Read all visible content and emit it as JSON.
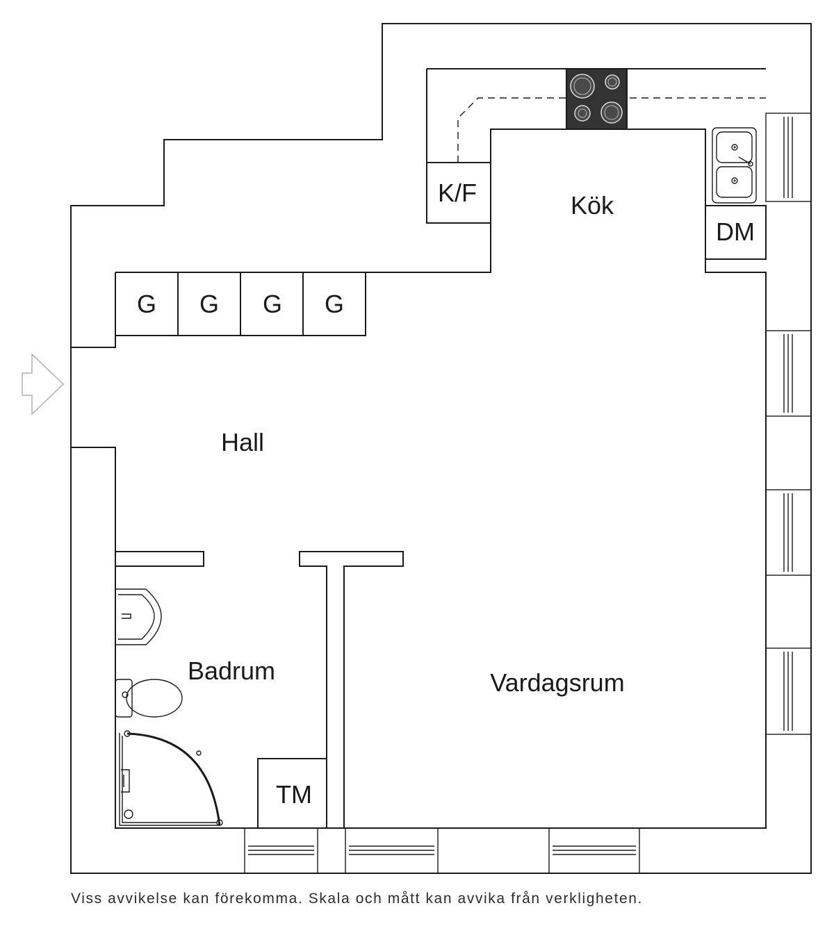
{
  "rooms": {
    "kok": "Kök",
    "hall": "Hall",
    "badrum": "Badrum",
    "vardagsrum": "Vardagsrum"
  },
  "fixtures": {
    "kyl_frys": "K/F",
    "diskmaskin": "DM",
    "tvattmaskin": "TM",
    "garderob": [
      "G",
      "G",
      "G",
      "G"
    ]
  },
  "icons": {
    "entrance": "entrance-arrow-icon",
    "stove": "stove-icon",
    "sink": "double-sink-icon",
    "washbasin": "washbasin-icon",
    "toilet": "toilet-icon",
    "shower": "shower-cabin-icon",
    "window": "window-icon"
  },
  "colors": {
    "line": "#1a1a1a",
    "stove_fill": "#333333",
    "entrance_arrow": "#b0b0b0"
  },
  "disclaimer": "Viss avvikelse kan förekomma. Skala och mått kan avvika från verkligheten."
}
